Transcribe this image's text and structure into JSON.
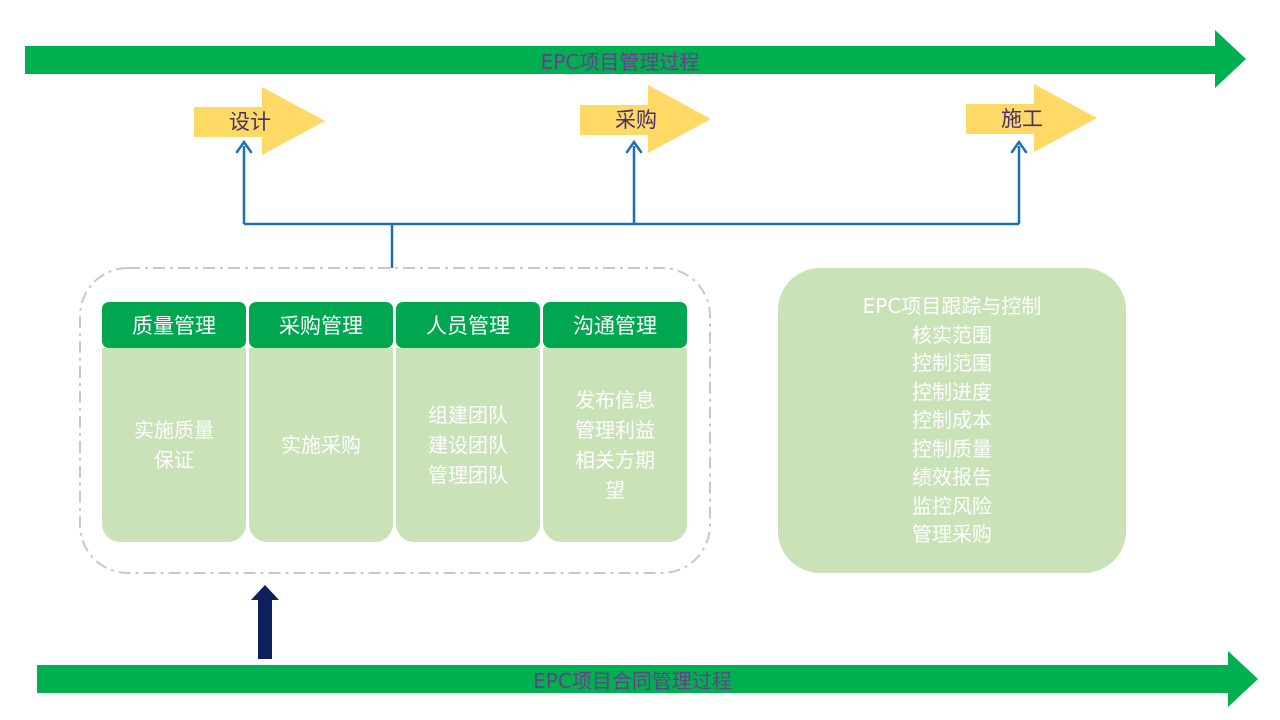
{
  "top_arrow": {
    "label": "EPC项目管理过程"
  },
  "bottom_arrow": {
    "label": "EPC项目合同管理过程"
  },
  "phases": [
    {
      "label": "设计"
    },
    {
      "label": "采购"
    },
    {
      "label": "施工"
    }
  ],
  "cards": [
    {
      "title": "质量管理",
      "lines": [
        "实施质量",
        "保证"
      ]
    },
    {
      "title": "采购管理",
      "lines": [
        "实施采购"
      ]
    },
    {
      "title": "人员管理",
      "lines": [
        "组建团队",
        "建设团队",
        "管理团队"
      ]
    },
    {
      "title": "沟通管理",
      "lines": [
        "发布信息",
        "管理利益",
        "相关方期",
        "望"
      ]
    }
  ],
  "tracking_panel": {
    "lines": [
      "EPC项目跟踪与控制",
      "核实范围",
      "控制范围",
      "控制进度",
      "控制成本",
      "控制质量",
      "绩效报告",
      "监控风险",
      "管理采购"
    ]
  },
  "colors": {
    "process_arrow": "#00b050",
    "phase_arrow": "#ffd966",
    "connector": "#1f6fb8",
    "card_header": "#00a650",
    "card_body": "#c9e2b8",
    "up_arrow": "#0d1f5c",
    "dashed_border": "#c8c8c8"
  }
}
